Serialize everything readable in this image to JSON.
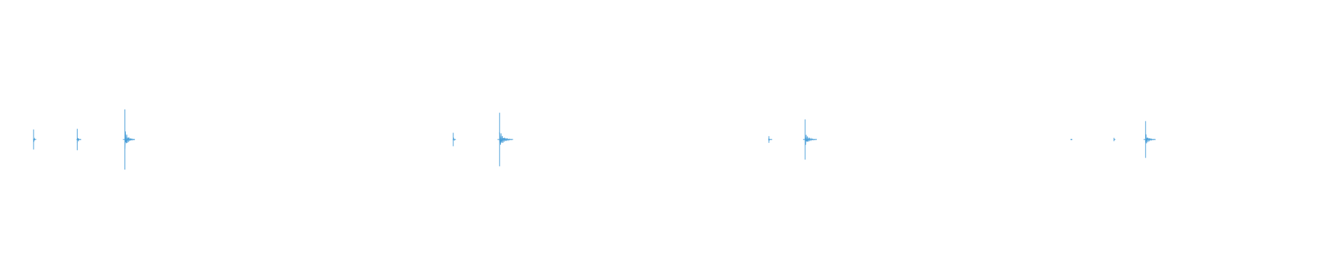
{
  "waveform": {
    "color": "#4a9fd8",
    "background": "#ffffff",
    "duration_s": 40,
    "amplitude_range": [
      -1,
      1
    ],
    "bursts": [
      {
        "time_s": 1.0,
        "amplitude": 0.3,
        "tail_s": 0.08
      },
      {
        "time_s": 2.3,
        "amplitude": 0.32,
        "tail_s": 0.12
      },
      {
        "time_s": 3.72,
        "amplitude": 0.9,
        "tail_s": 0.3
      },
      {
        "time_s": 13.5,
        "amplitude": 0.2,
        "tail_s": 0.08
      },
      {
        "time_s": 14.88,
        "amplitude": 0.8,
        "tail_s": 0.4
      },
      {
        "time_s": 22.9,
        "amplitude": 0.1,
        "tail_s": 0.1
      },
      {
        "time_s": 23.98,
        "amplitude": 0.6,
        "tail_s": 0.35
      },
      {
        "time_s": 31.9,
        "amplitude": 0.02,
        "tail_s": 0.02
      },
      {
        "time_s": 33.18,
        "amplitude": 0.05,
        "tail_s": 0.03
      },
      {
        "time_s": 34.12,
        "amplitude": 0.55,
        "tail_s": 0.3
      }
    ]
  }
}
